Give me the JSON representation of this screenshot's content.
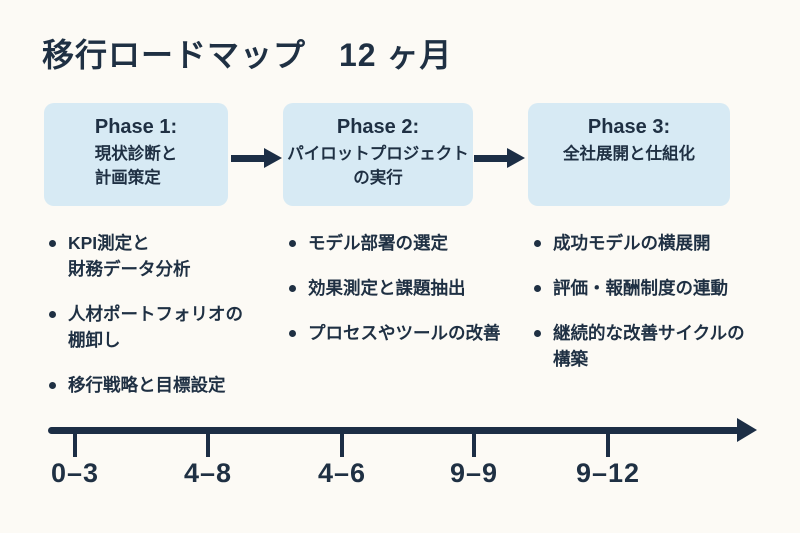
{
  "title": "移行ロードマップ　12 ヶ月",
  "colors": {
    "background": "#FCFAF5",
    "box_fill": "#D7EAF4",
    "text": "#1F3043",
    "arrow": "#1C2E45"
  },
  "phases": [
    {
      "heading": "Phase 1:",
      "subtitle_lines": [
        "現状診断と",
        "計画策定"
      ],
      "bullets": [
        [
          "KPI測定と",
          "財務データ分析"
        ],
        [
          "人材ポートフォリオの",
          "棚卸し"
        ],
        [
          "移行戦略と目標設定"
        ]
      ]
    },
    {
      "heading": "Phase 2:",
      "subtitle_lines": [
        "パイロットプロジェクト",
        "の実行"
      ],
      "bullets": [
        [
          "モデル部署の選定"
        ],
        [
          "効果測定と課題抽出"
        ],
        [
          "プロセスやツールの改善"
        ]
      ]
    },
    {
      "heading": "Phase 3:",
      "subtitle_lines": [
        "全社展開と仕組化"
      ],
      "bullets": [
        [
          "成功モデルの横展開"
        ],
        [
          "評価・報酬制度の連動"
        ],
        [
          "継続的な改善サイクルの",
          "構築"
        ]
      ]
    }
  ],
  "timeline": {
    "labels": [
      "0–3",
      "4–8",
      "4–6",
      "9–9",
      "9–12"
    ]
  }
}
